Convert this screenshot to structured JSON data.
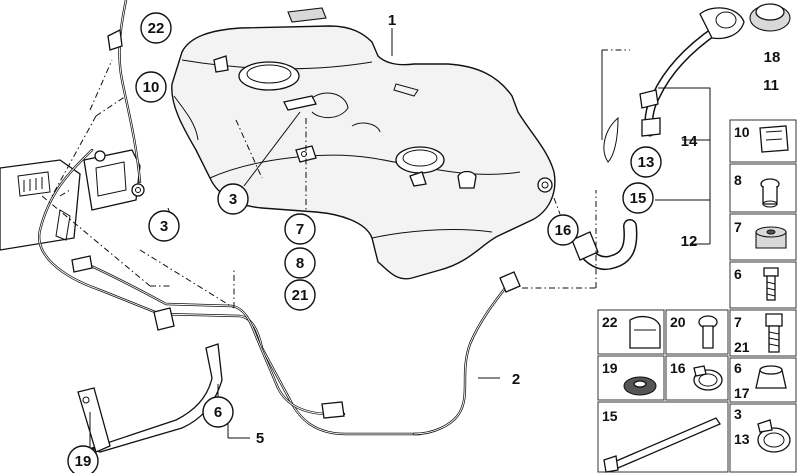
{
  "diagram": {
    "callouts": [
      "22",
      "10",
      "3",
      "3",
      "7",
      "8",
      "21",
      "13",
      "15",
      "16",
      "18",
      "6",
      "19"
    ],
    "labels": [
      "1",
      "11",
      "14",
      "12",
      "2",
      "5"
    ],
    "legend": {
      "rows": [
        [
          "10"
        ],
        [
          "8"
        ],
        [
          "7"
        ],
        [
          "6"
        ],
        [
          "22",
          "20",
          "7"
        ],
        [
          "19",
          "16",
          "6"
        ],
        [
          "15",
          "3"
        ]
      ],
      "sublabels": [
        "21",
        "17",
        "13"
      ]
    }
  }
}
